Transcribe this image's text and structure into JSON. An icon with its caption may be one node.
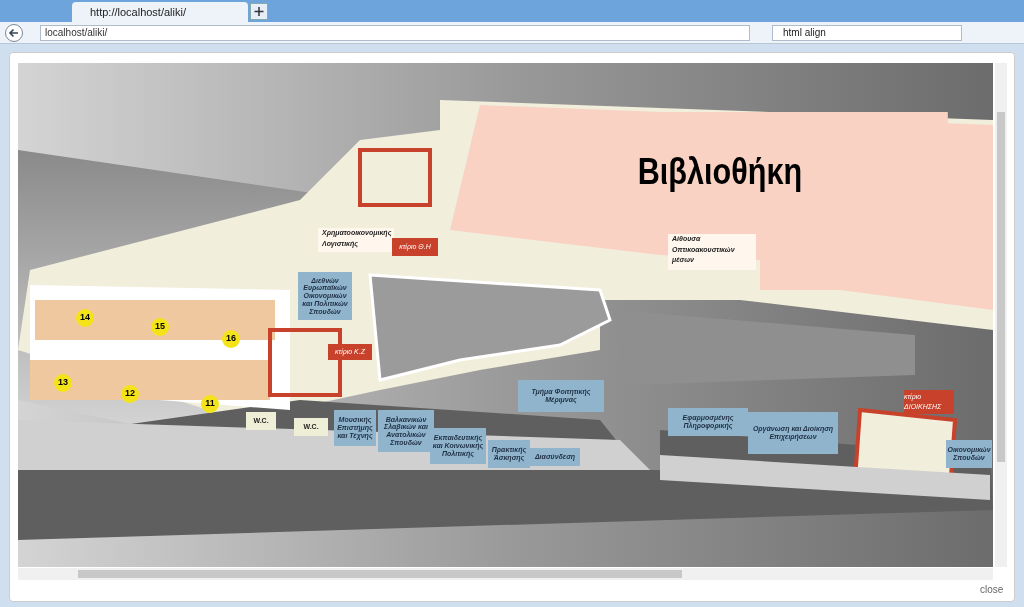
{
  "diagram": {
    "nodes": [
      {
        "text": [
          "Βιβλιοθήκη"
        ]
      },
      {
        "text": [
          "Αίθουσα Οπτικοακουστικών μέσων"
        ]
      },
      {
        "text": [
          "Χρηματοοικονομικής Λογιστικής"
        ]
      },
      {
        "text": [
          "κτίριο Θ.Η"
        ]
      },
      {
        "text": [
          "Διεθνών Ευρωπαϊκών Οικονομικών και Πολιτικών Σπουδών"
        ]
      },
      {
        "text": [
          "14"
        ]
      },
      {
        "text": [
          "15"
        ]
      },
      {
        "text": [
          "16"
        ]
      },
      {
        "text": [
          "κτίριο Κ.Ζ"
        ]
      },
      {
        "text": [
          "13"
        ]
      },
      {
        "text": [
          "12"
        ]
      },
      {
        "text": [
          "11"
        ]
      },
      {
        "text": [
          "Τμήμα Φοιτητικής Μέριμνας"
        ]
      },
      {
        "text": [
          "W.C."
        ]
      },
      {
        "text": [
          "W.C."
        ]
      },
      {
        "text": [
          "Μουσικής Επιστήμης και Τέχνης"
        ]
      },
      {
        "text": [
          "Βαλκανικών Σλαβικών και Ανατολικών Σπουδών"
        ]
      },
      {
        "text": [
          "Εκπαιδευτικής και Κοινωνικής Πολιτικής"
        ]
      },
      {
        "text": [
          "Πρακτικής Άσκησης"
        ]
      },
      {
        "text": [
          "Διασύνδεση"
        ]
      },
      {
        "text": [
          "κτίριο ΔΙΟΙΚΗΣΗΣ"
        ]
      },
      {
        "text": [
          "Εφαρμοσμένης Πληροφορικής"
        ]
      },
      {
        "text": [
          "Οργάνωση και Διοίκηση Επιχειρήσεων"
        ]
      },
      {
        "text": [
          "Οικονομικών Σπουδών"
        ]
      }
    ],
    "labels": [
      "http://localhost/aliki/",
      "localhost/aliki/",
      "html align",
      "close"
    ]
  }
}
